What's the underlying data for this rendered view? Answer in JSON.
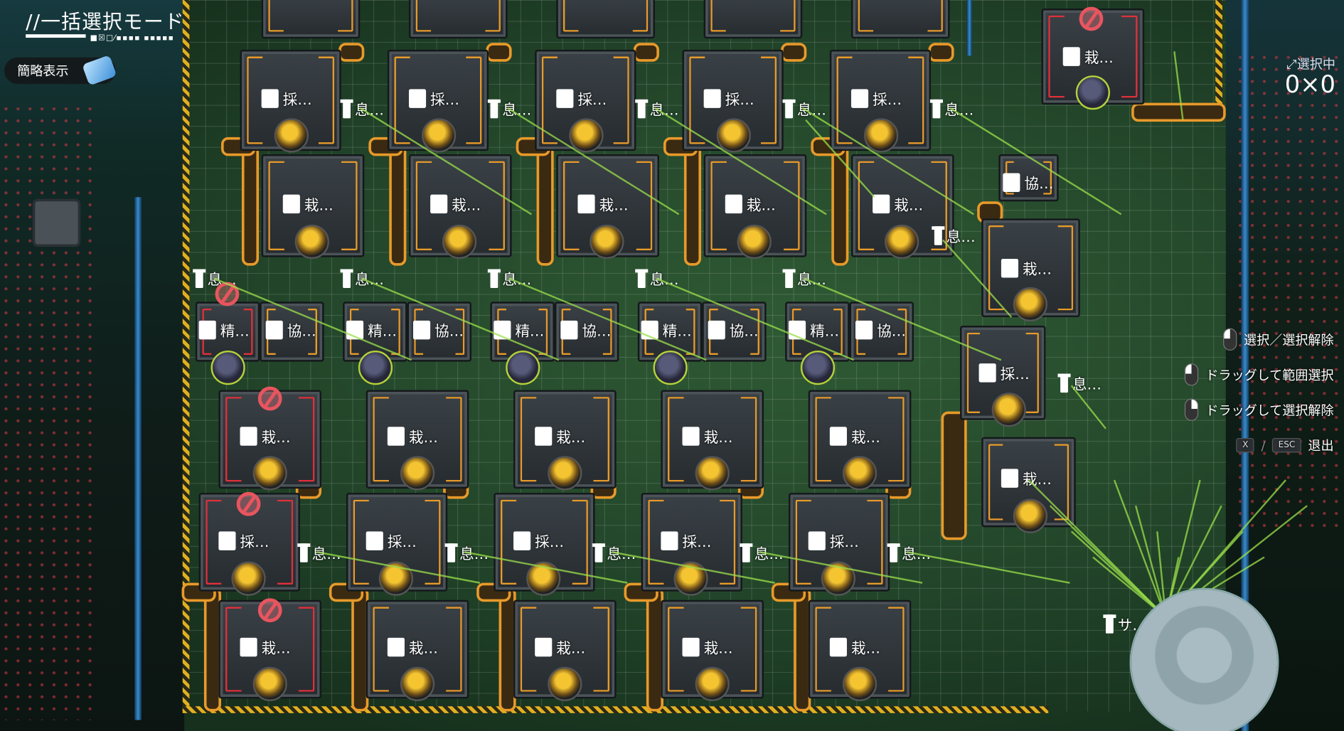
{
  "hud": {
    "mode_title": "//一括選択モード",
    "title_marks": "■☒□⁄▪▪▪▪ ▪▪▪▪▪",
    "simplified_view_label": "簡略表示",
    "selection_label": "選択中",
    "selection_size": "0×0"
  },
  "hints": [
    {
      "label": "選択／選択解除",
      "button": "left"
    },
    {
      "label": "ドラッグして範囲選択",
      "button": "left"
    },
    {
      "label": "ドラッグして選択解除",
      "button": "right"
    }
  ],
  "exit": {
    "key1": "X",
    "separator": "/",
    "key2": "ESC",
    "label": "退出"
  },
  "building_labels": {
    "sai": "採…",
    "zai": "栽…",
    "iki": "息…",
    "sei": "精…",
    "kyo": "協…",
    "sa": "サ…"
  },
  "colors": {
    "belt": "#e89a2a",
    "forbidden": "#e8555f",
    "laser": "#9be04a",
    "hazard": "#e0b021"
  }
}
